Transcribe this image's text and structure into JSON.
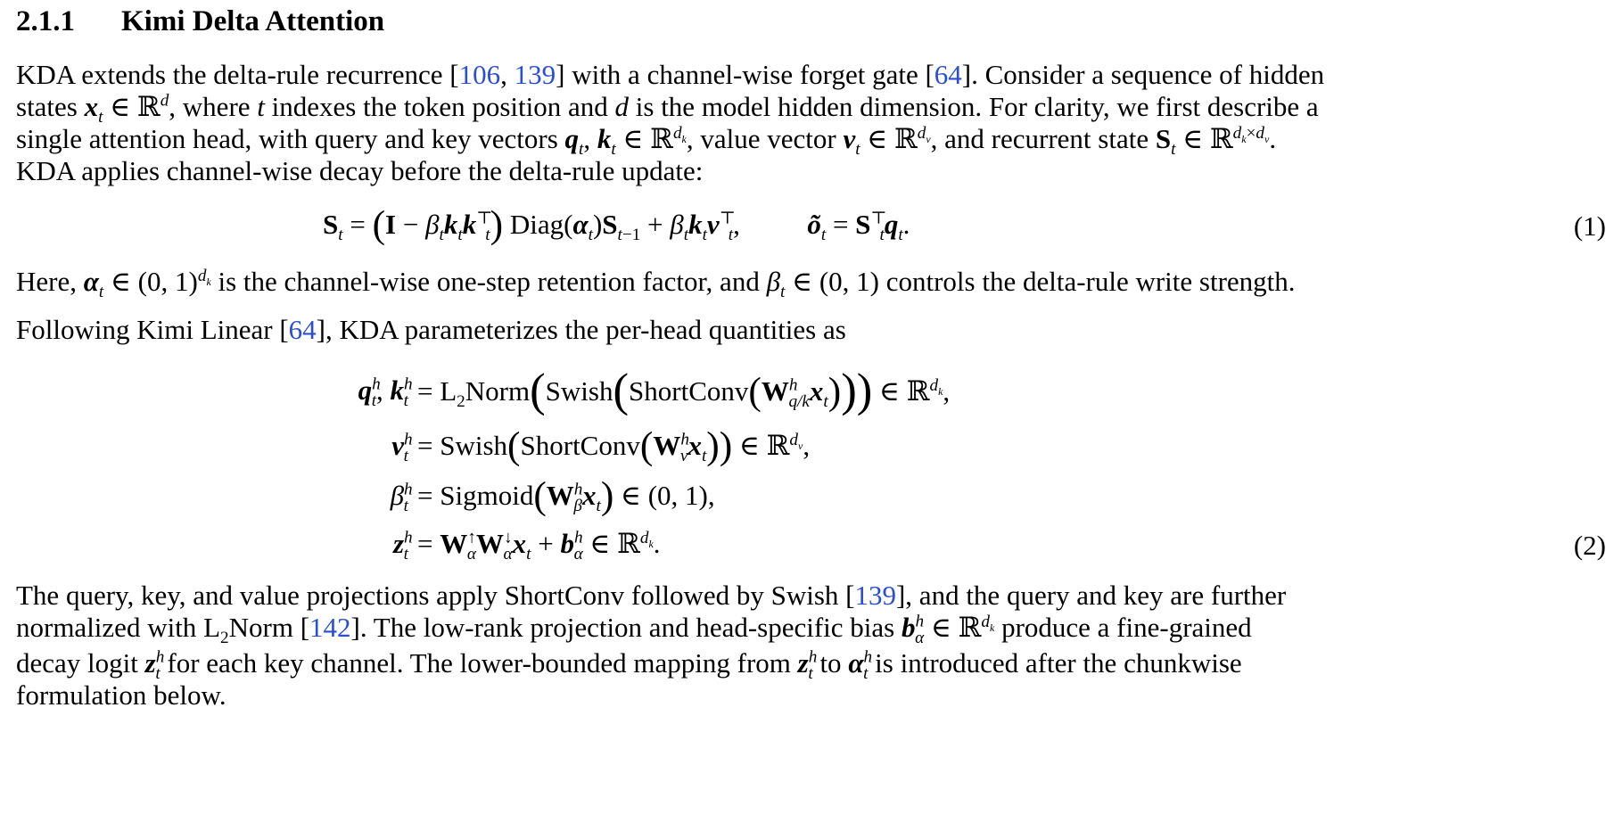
{
  "section": {
    "number": "2.1.1",
    "title": "Kimi Delta Attention"
  },
  "para1": {
    "l1a": "KDA extends the delta-rule recurrence [",
    "c106": "106",
    "sep1": ", ",
    "c139": "139",
    "l1b": "] with a channel-wise forget gate [",
    "c64": "64",
    "l1c": "]. Consider a sequence of hidden",
    "l2a": "states ",
    "l2b": ", where ",
    "l2c": " indexes the token position and ",
    "l2d": " is the model hidden dimension. For clarity, we first describe a",
    "l3a": "single attention head, with query and key vectors ",
    "l3b": ", value vector ",
    "l3c": ", and recurrent state ",
    "l4": "KDA applies channel-wise decay before the delta-rule update:"
  },
  "eq1": {
    "number": "(1)"
  },
  "para2": {
    "l1a": "Here, ",
    "l1b": " is the channel-wise one-step retention factor, and ",
    "l1c": " controls the delta-rule write strength.",
    "l2a": "Following Kimi Linear [",
    "c64": "64",
    "l2b": "], KDA parameterizes the per-head quantities as"
  },
  "eq2": {
    "number": "(2)",
    "fn_norm": "L",
    "fn_norm2": "Norm",
    "fn_swish": "Swish",
    "fn_shortconv": "ShortConv",
    "fn_sigmoid": "Sigmoid"
  },
  "para3": {
    "l1a": "The query, key, and value projections apply ",
    "sc": "ShortConv",
    "l1b": " followed by ",
    "sw": "Swish",
    "l1c": " [",
    "c139": "139",
    "l1d": "], and the query and key are further",
    "l2a": "normalized with ",
    "l2norm": "L",
    "l2normb": "Norm",
    "l2b": " [",
    "c142": "142",
    "l2c": "]. The low-rank projection and head-specific bias ",
    "l2d": " produce a fine-grained",
    "l3a": "decay logit ",
    "l3b": " for each key channel. The lower-bounded mapping from ",
    "l3c": " to ",
    "l3d": " is introduced after the chunkwise",
    "l4": "formulation below."
  },
  "colors": {
    "citation": "#2b4fd1",
    "text": "#000000",
    "background": "#ffffff"
  }
}
